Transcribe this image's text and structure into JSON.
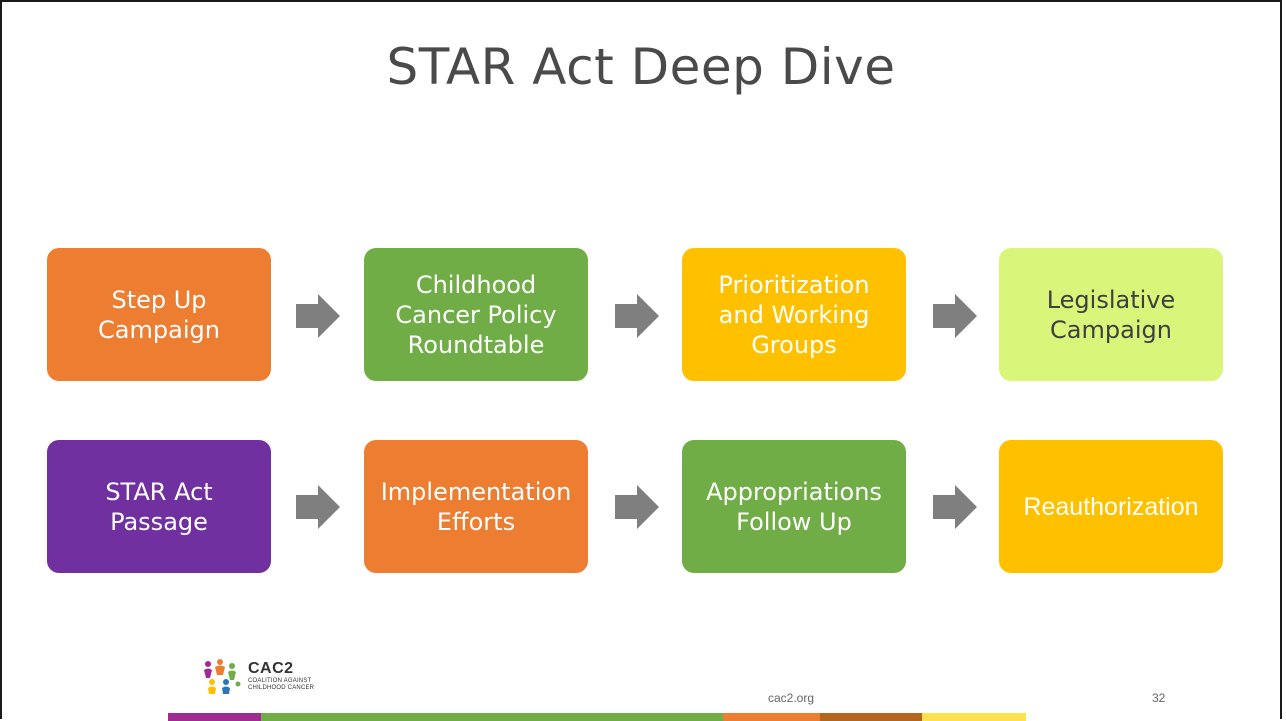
{
  "slide": {
    "title": "STAR Act Deep Dive",
    "row1": [
      {
        "label": "Step Up\nCampaign",
        "color": "#ED7D31"
      },
      {
        "label": "Childhood\nCancer Policy\nRoundtable",
        "color": "#70AD47"
      },
      {
        "label": "Prioritization\nand Working\nGroups",
        "color": "#FFC000"
      },
      {
        "label": "Legislative\nCampaign",
        "color": "#D9F57A"
      }
    ],
    "row2": [
      {
        "label": "STAR Act\nPassage",
        "color": "#7030A0"
      },
      {
        "label": "Implementation\nEfforts",
        "color": "#ED7D31"
      },
      {
        "label": "Appropriations\nFollow Up",
        "color": "#70AD47"
      },
      {
        "label": "Reauthorization",
        "color": "#FFC000"
      }
    ],
    "arrow_color": "#7F7F7F"
  },
  "footer": {
    "logo_name": "CAC2",
    "logo_tagline_1": "COALITION AGAINST",
    "logo_tagline_2": "CHILDHOOD CANCER",
    "url": "cac2.org",
    "page_number": "32"
  },
  "stripe_colors": [
    "#A02B93",
    "#70AD47",
    "#ED7D31",
    "#B4651E",
    "#FFE14D"
  ]
}
